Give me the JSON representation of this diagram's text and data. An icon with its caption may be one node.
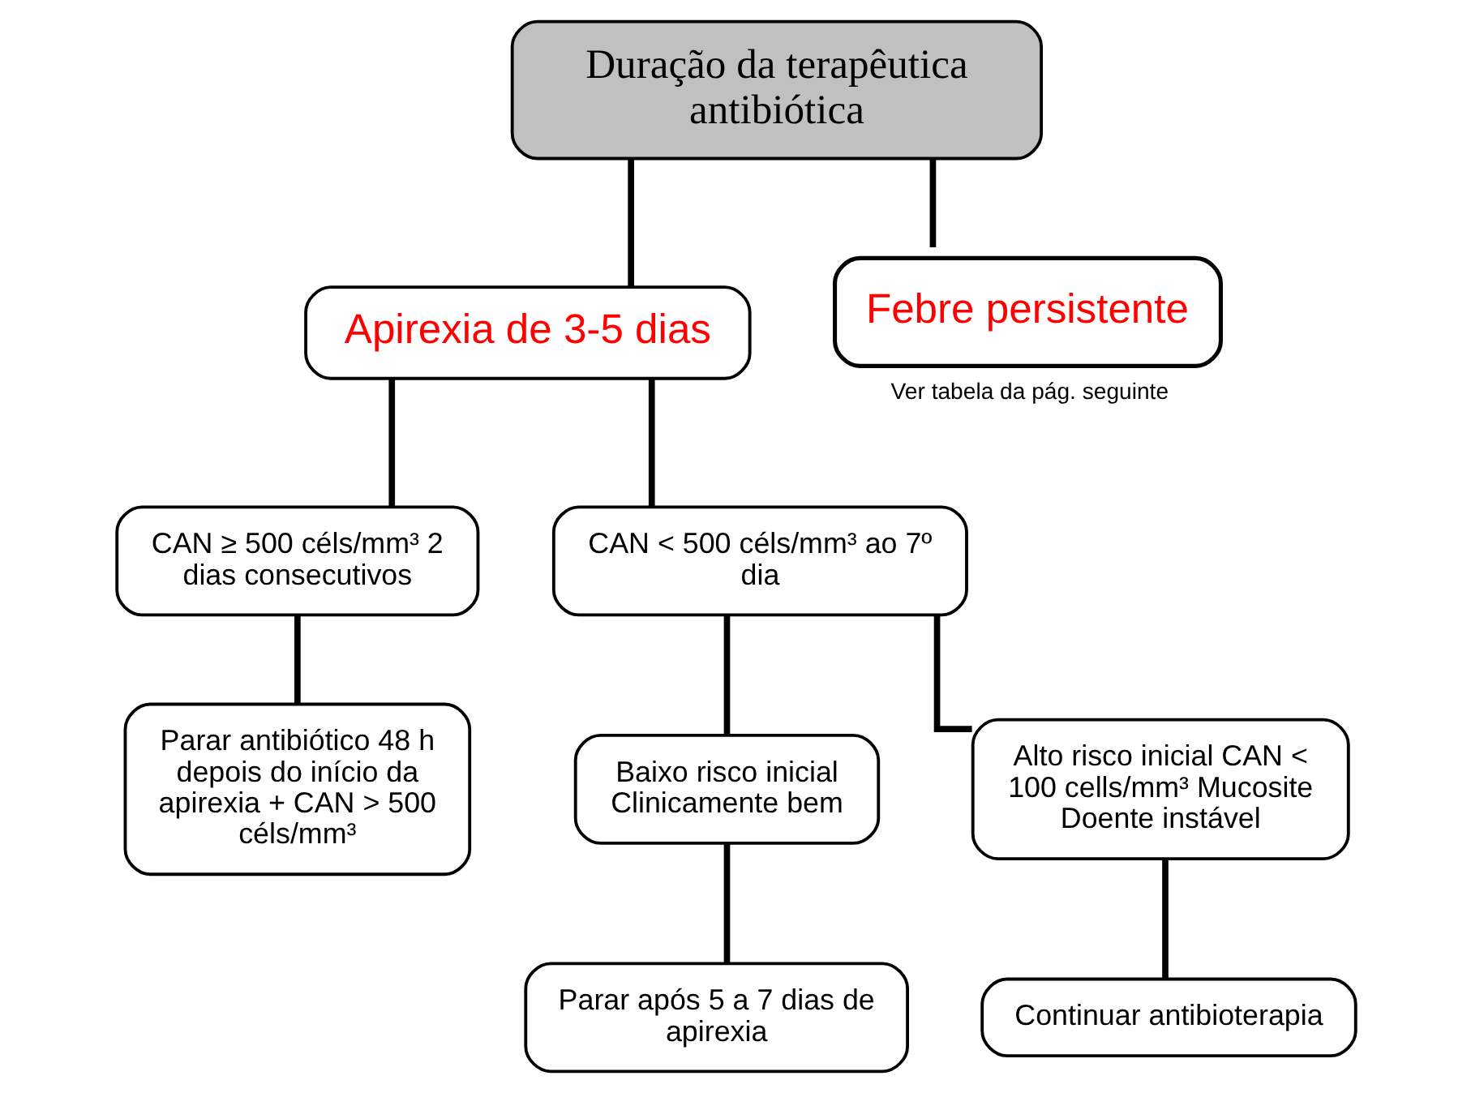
{
  "diagram": {
    "nodes": [
      {
        "text": [
          "Duração da terapêutica antibiótica"
        ]
      },
      {
        "text": [
          "Apirexia de 3-5 dias"
        ]
      },
      {
        "text": [
          "Febre persistente"
        ],
        "beside": [
          "Ver tabela da pág. seguinte"
        ]
      },
      {
        "text": [
          "CAN ≥ 500 céls/mm³ 2 dias consecutivos"
        ]
      },
      {
        "text": [
          "CAN < 500 céls/mm³ ao 7º dia"
        ]
      },
      {
        "text": [
          "Baixo risco inicial Clinicamente bem"
        ]
      },
      {
        "text": [
          "Alto risco inicial CAN < 100 cells/mm³ Mucosite Doente instável"
        ]
      },
      {
        "text": [
          "Parar antibiótico 48 h depois do início da apirexia + CAN > 500 céls/mm³"
        ]
      },
      {
        "text": [
          "Parar após 5 a 7 dias de apirexia"
        ]
      },
      {
        "text": [
          "Continuar antibioterapia"
        ]
      }
    ],
    "edges": [
      {
        "from": 0,
        "to": 1,
        "arrow": "none"
      },
      {
        "from": 0,
        "to": 2,
        "arrow": "none"
      },
      {
        "from": 1,
        "to": 3,
        "arrow": "none"
      },
      {
        "from": 1,
        "to": 4,
        "arrow": "none"
      },
      {
        "from": 3,
        "to": 7,
        "arrow": "none"
      },
      {
        "from": 4,
        "to": 5,
        "arrow": "none"
      },
      {
        "from": 4,
        "to": 6,
        "arrow": "none"
      },
      {
        "from": 5,
        "to": 8,
        "arrow": "none"
      },
      {
        "from": 6,
        "to": 9,
        "arrow": "none"
      }
    ]
  }
}
